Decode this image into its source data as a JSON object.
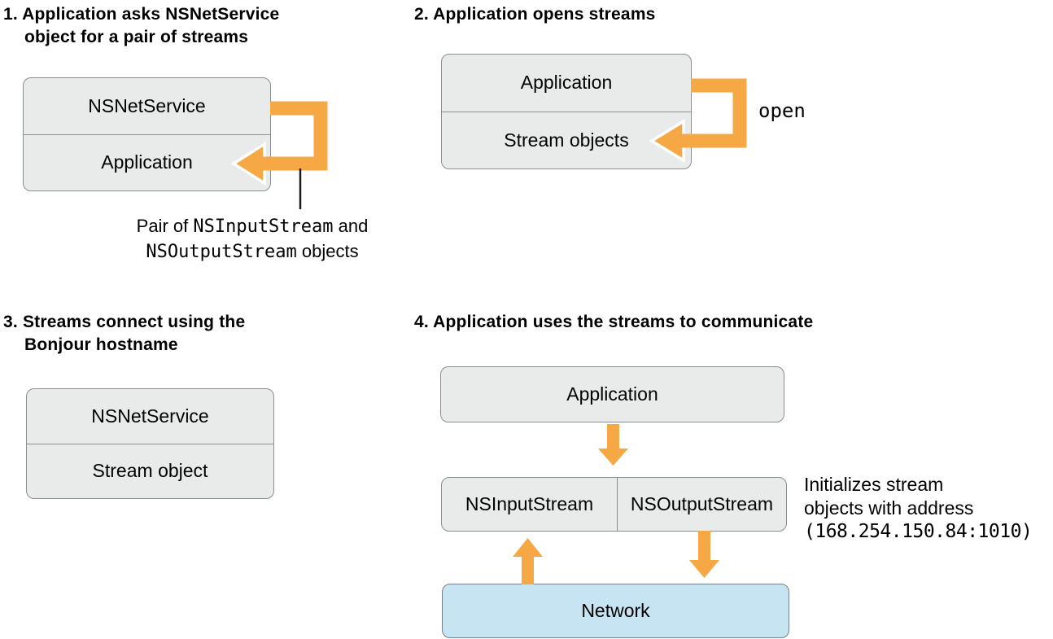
{
  "colors": {
    "accent_orange": "#f5a843",
    "box_fill": "#e9eaea",
    "box_border": "#8a8f90",
    "network_fill": "#c6e4f2",
    "text": "#000000"
  },
  "steps": {
    "step1": {
      "title": "1. Application asks NSNetService\nobject for a pair of streams",
      "box": {
        "top_label": "NSNetService",
        "bottom_label": "Application"
      },
      "caption": {
        "text_before": "Pair of ",
        "code1": "NSInputStream",
        "text_mid": " and",
        "code2": "NSOutputStream",
        "text_after": " objects"
      }
    },
    "step2": {
      "title": "2. Application opens streams",
      "box": {
        "top_label": "Application",
        "bottom_label": "Stream objects"
      },
      "arrow_label": "open"
    },
    "step3": {
      "title": "3. Streams connect using the\nBonjour hostname",
      "box": {
        "top_label": "NSNetService",
        "bottom_label": "Stream object"
      }
    },
    "step4": {
      "title": "4. Application uses the streams to communicate",
      "application_label": "Application",
      "input_stream_label": "NSInputStream",
      "output_stream_label": "NSOutputStream",
      "network_label": "Network",
      "note": {
        "line1": "Initializes stream",
        "line2": "objects with address",
        "line3_code": "(168.254.150.84:1010)"
      }
    }
  }
}
